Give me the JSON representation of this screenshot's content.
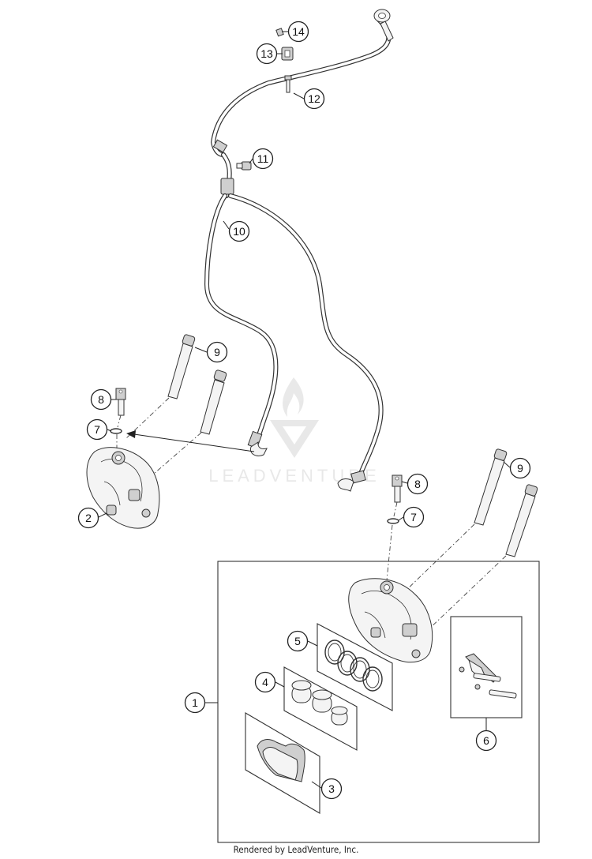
{
  "callouts": [
    {
      "id": "1",
      "label": "1"
    },
    {
      "id": "2",
      "label": "2"
    },
    {
      "id": "3",
      "label": "3"
    },
    {
      "id": "4",
      "label": "4"
    },
    {
      "id": "5",
      "label": "5"
    },
    {
      "id": "6",
      "label": "6"
    },
    {
      "id": "7",
      "label": "7"
    },
    {
      "id": "7b",
      "label": "7"
    },
    {
      "id": "8",
      "label": "8"
    },
    {
      "id": "8b",
      "label": "8"
    },
    {
      "id": "9",
      "label": "9"
    },
    {
      "id": "9b",
      "label": "9"
    },
    {
      "id": "10",
      "label": "10"
    },
    {
      "id": "11",
      "label": "11"
    },
    {
      "id": "12",
      "label": "12"
    },
    {
      "id": "13",
      "label": "13"
    },
    {
      "id": "14",
      "label": "14"
    }
  ],
  "watermark": {
    "text": "LEADVENTURE"
  },
  "footer": {
    "credit": "Rendered by LeadVenture, Inc."
  }
}
